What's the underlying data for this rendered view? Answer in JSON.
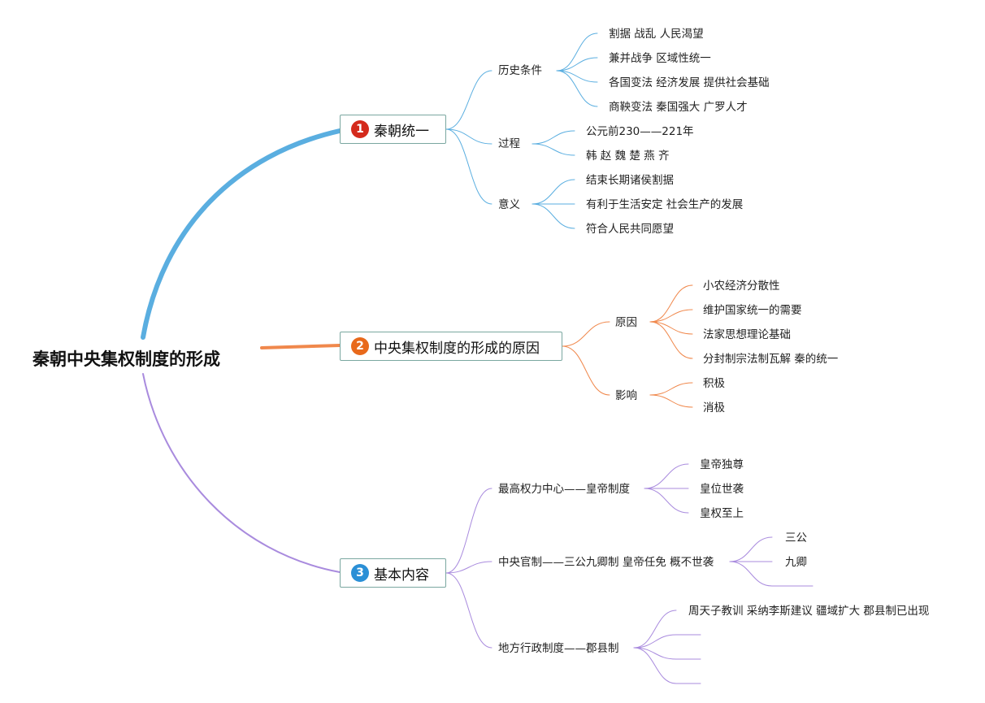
{
  "root": "秦朝中央集权制度的形成",
  "branches": [
    {
      "num": "1",
      "label": "秦朝统一",
      "color": "#5aaee0",
      "topics": [
        {
          "label": "历史条件",
          "items": [
            "割据 战乱 人民渴望",
            "兼并战争 区域性统一",
            "各国变法 经济发展 提供社会基础",
            "商鞅变法 秦国强大 广罗人才"
          ]
        },
        {
          "label": "过程",
          "items": [
            "公元前230——221年",
            "韩 赵 魏 楚 燕 齐"
          ]
        },
        {
          "label": "意义",
          "items": [
            "结束长期诸侯割据",
            "有利于生活安定 社会生产的发展",
            "符合人民共同愿望"
          ]
        }
      ]
    },
    {
      "num": "2",
      "label": "中央集权制度的形成的原因",
      "color": "#f0884c",
      "topics": [
        {
          "label": "原因",
          "items": [
            "小农经济分散性",
            "维护国家统一的需要",
            "法家思想理论基础",
            "分封制宗法制瓦解 秦的统一"
          ]
        },
        {
          "label": "影响",
          "items": [
            "积极",
            "消极"
          ]
        }
      ]
    },
    {
      "num": "3",
      "label": "基本内容",
      "color": "#a98bde",
      "topics": [
        {
          "label": "最高权力中心——皇帝制度",
          "items": [
            "皇帝独尊",
            "皇位世袭",
            "皇权至上"
          ]
        },
        {
          "label": "中央官制——三公九卿制 皇帝任免 概不世袭",
          "items": [
            "三公",
            "九卿",
            ""
          ]
        },
        {
          "label": "地方行政制度——郡县制",
          "items": [
            "周天子教训 采纳李斯建议 疆域扩大 郡县制已出现",
            "",
            "",
            ""
          ]
        }
      ]
    }
  ],
  "badge_colors": [
    "#d42a1c",
    "#e8691b",
    "#2a8fd6"
  ]
}
